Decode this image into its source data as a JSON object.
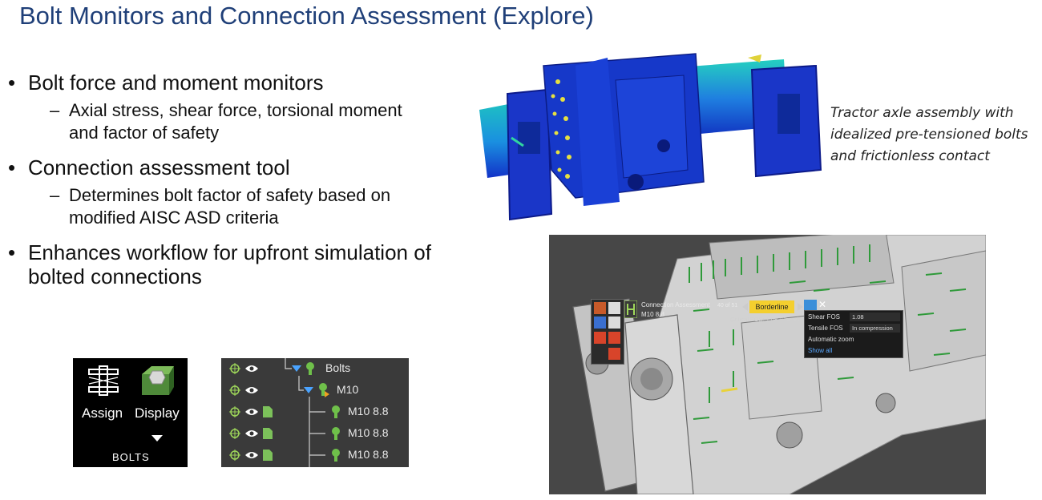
{
  "slide": {
    "title": "Bolt Monitors and Connection Assessment (Explore)",
    "bullet_glyph": "•",
    "dash_glyph": "–",
    "bullets": [
      {
        "text": "Bolt force and moment monitors",
        "sub": [
          "Axial stress, shear force, torsional moment",
          "and factor of safety"
        ]
      },
      {
        "text": "Connection assessment tool",
        "sub": [
          "Determines bolt factor of safety based on",
          "modified AISC ASD criteria"
        ]
      },
      {
        "text_lines": [
          "Enhances workflow for upfront simulation of",
          "bolted connections"
        ]
      }
    ],
    "caption_lines": [
      "Tractor axle assembly with",
      "idealized pre-tensioned bolts",
      "and frictionless contact"
    ]
  },
  "ribbon": {
    "assign_label": "Assign",
    "display_label": "Display",
    "group_label": "Bolts",
    "assign_icon": "bolt-assign-icon",
    "display_icon": "bolt-display-icon"
  },
  "tree": {
    "rows": [
      {
        "label": "Bolts",
        "type": "group"
      },
      {
        "label": "M10",
        "type": "subgroup"
      },
      {
        "label": "M10 8.8",
        "type": "bolt"
      },
      {
        "label": "M10 8.8",
        "type": "bolt"
      },
      {
        "label": "M10 8.8",
        "type": "bolt"
      }
    ]
  },
  "viewport": {
    "panel_title": "Connection Assessment",
    "bolt_name": "M10 8.8",
    "counter": "40 of 51",
    "status": "Borderline",
    "critical_text": "Critical FOS: 1.08 (Shear)",
    "menu": [
      {
        "label": "Shear FOS",
        "value": "1.08"
      },
      {
        "label": "Tensile FOS",
        "value": "In compression"
      },
      {
        "label": "Automatic zoom"
      },
      {
        "label": "Show all"
      }
    ],
    "colors": {
      "status": "#f4cf2e",
      "highlight": "#3b8fd9",
      "bolt": "#2f9a3a"
    }
  }
}
